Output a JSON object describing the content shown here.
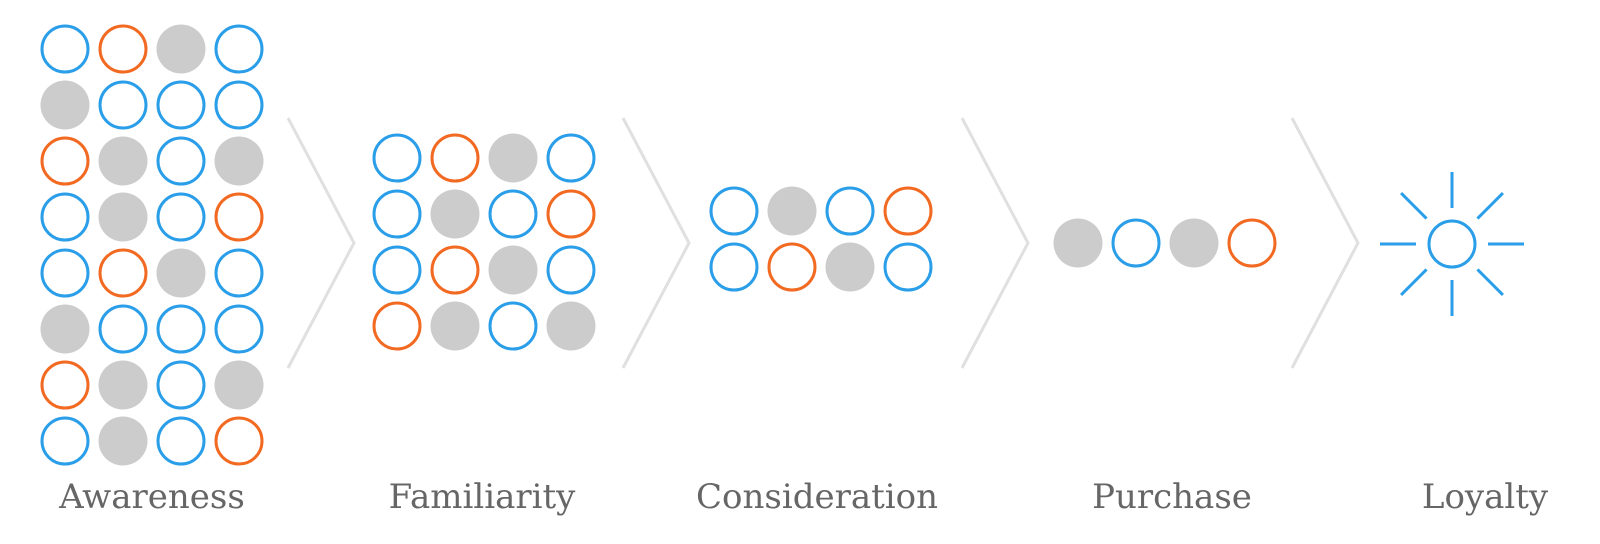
{
  "colors": {
    "blue": "#2a9ee8",
    "orange": "#f26a21",
    "gray": "#cccccc",
    "chevron": "#e0e0e0",
    "label": "#666666"
  },
  "stages": [
    {
      "id": "awareness",
      "label": "Awareness",
      "grid": [
        [
          "B",
          "O",
          "G",
          "B"
        ],
        [
          "G",
          "B",
          "B",
          "B"
        ],
        [
          "O",
          "G",
          "B",
          "G"
        ],
        [
          "B",
          "G",
          "B",
          "O"
        ],
        [
          "B",
          "O",
          "G",
          "B"
        ],
        [
          "G",
          "B",
          "B",
          "B"
        ],
        [
          "O",
          "G",
          "B",
          "G"
        ],
        [
          "B",
          "G",
          "B",
          "O"
        ]
      ]
    },
    {
      "id": "familiarity",
      "label": "Familiarity",
      "grid": [
        [
          "B",
          "O",
          "G",
          "B"
        ],
        [
          "B",
          "G",
          "B",
          "O"
        ],
        [
          "B",
          "O",
          "G",
          "B"
        ],
        [
          "O",
          "G",
          "B",
          "G"
        ]
      ]
    },
    {
      "id": "consideration",
      "label": "Consideration",
      "grid": [
        [
          "B",
          "G",
          "B",
          "O"
        ],
        [
          "B",
          "O",
          "G",
          "B"
        ]
      ]
    },
    {
      "id": "purchase",
      "label": "Purchase",
      "grid": [
        [
          "G",
          "B",
          "G",
          "O"
        ]
      ]
    },
    {
      "id": "loyalty",
      "label": "Loyalty",
      "icon": "sun-icon"
    }
  ]
}
